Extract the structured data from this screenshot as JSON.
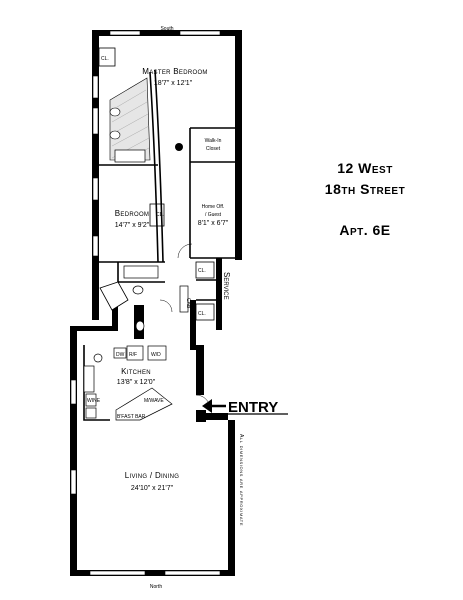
{
  "address": {
    "line1": "12 West",
    "line2": "18th Street",
    "unit": "Apt. 6E"
  },
  "compass": {
    "top": "South",
    "bottom": "North"
  },
  "rooms": {
    "master_bedroom": {
      "name": "Master Bedroom",
      "dims": "18'7\" x 12'1\""
    },
    "walk_in_closet": {
      "line1": "Walk-In",
      "line2": "Closet"
    },
    "bedroom": {
      "name": "Bedroom",
      "dims": "14'7\" x 9'2\""
    },
    "home_office": {
      "line1": "Home Off.",
      "line2": "/ Guest",
      "dims": "8'1\" x 6'7\""
    },
    "kitchen": {
      "name": "Kitchen",
      "dims": "13'8\" x 12'0\""
    },
    "living_dining": {
      "name": "Living / Dining",
      "dims": "24'10\" x 21'7\""
    }
  },
  "labels": {
    "closet": "CL.",
    "service": "Service",
    "entry": "ENTRY",
    "dishwasher": "DW",
    "refrigerator": "R/F",
    "washer_dryer": "W/D",
    "microwave": "M/WAVE",
    "wine": "WINE",
    "breakfast_bar": "B'FAST BAR",
    "cabinet": "CAB",
    "disclaimer": "All dimensions are approximate"
  }
}
